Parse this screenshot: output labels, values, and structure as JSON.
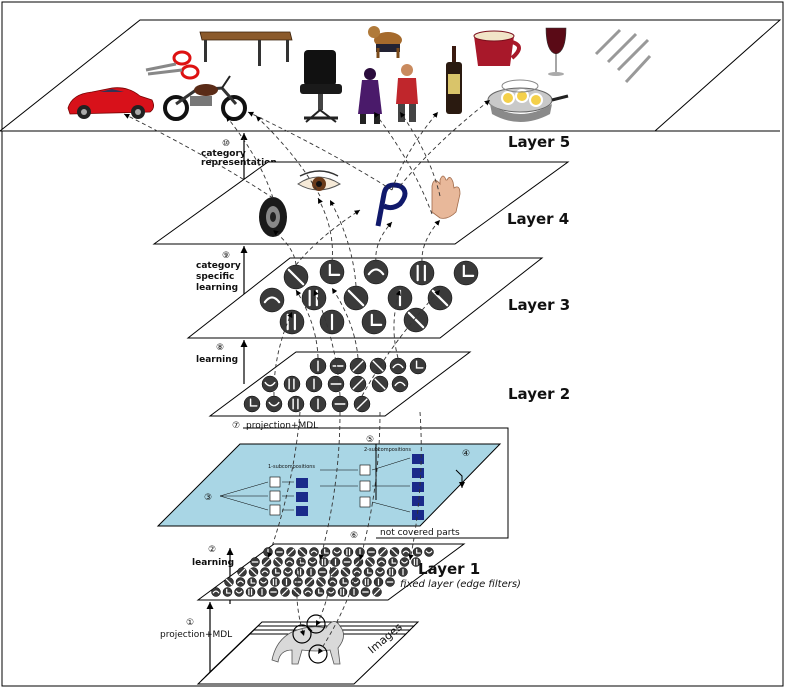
{
  "layers": {
    "l5": "Layer 5",
    "l4": "Layer 4",
    "l3": "Layer 3",
    "l2": "Layer 2",
    "l1": "Layer 1",
    "l1_sub": "fixed layer (edge filters)"
  },
  "steps": {
    "s1": {
      "num": "①",
      "label": "projection+MDL"
    },
    "s2": {
      "num": "②",
      "label": "learning"
    },
    "s3": {
      "num": "③",
      "label": ""
    },
    "s4": {
      "num": "④",
      "label": ""
    },
    "s5": {
      "num": "⑤",
      "label": ""
    },
    "s6": {
      "num": "⑥",
      "label": ""
    },
    "s7": {
      "num": "⑦",
      "label": "projection+MDL"
    },
    "s8": {
      "num": "⑧",
      "label": "learning"
    },
    "s9": {
      "num": "⑨",
      "label_lines": [
        "category",
        "specific",
        "learning"
      ]
    },
    "s10": {
      "num": "⑩",
      "label_lines": [
        "category",
        "representation"
      ]
    }
  },
  "annotations": {
    "not_covered": "not covered parts",
    "images_stack": "Images",
    "sub_left": "1-subcompositions",
    "sub_right": "2-subcompositions"
  },
  "layer5_objects": [
    "car-icon",
    "scissors-icon",
    "motorcycle-icon",
    "table-icon",
    "office-chair-icon",
    "dog-icon",
    "person-icon",
    "person-icon",
    "wine-bottle-icon",
    "mug-icon",
    "wine-glass-icon",
    "cooking-pot-icon",
    "cutlery-icon"
  ],
  "layer4_parts": [
    "tire-icon",
    "eye-icon",
    "letter-p-icon",
    "hand-icon"
  ],
  "colors": {
    "blue_layer": "#a9d6e5",
    "part_fill": "#3a3a3a",
    "line": "#000000"
  }
}
